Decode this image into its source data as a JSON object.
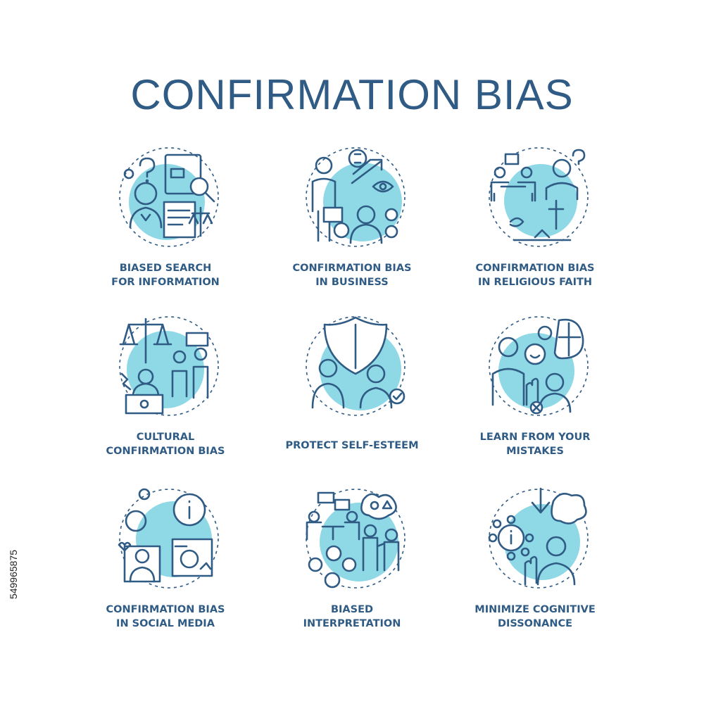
{
  "title": "CONFIRMATION BIAS",
  "colors": {
    "primary": "#2f5b84",
    "accent": "#8fd9e6",
    "background": "#ffffff"
  },
  "items": [
    {
      "icon": "search-information-icon",
      "lines": [
        "BIASED SEARCH",
        "FOR INFORMATION"
      ]
    },
    {
      "icon": "business-icon",
      "lines": [
        "CONFIRMATION BIAS",
        "IN BUSINESS"
      ]
    },
    {
      "icon": "religious-faith-icon",
      "lines": [
        "CONFIRMATION BIAS",
        "IN RELIGIOUS FAITH"
      ]
    },
    {
      "icon": "cultural-bias-icon",
      "lines": [
        "CULTURAL",
        "CONFIRMATION BIAS"
      ]
    },
    {
      "icon": "shield-self-esteem-icon",
      "lines": [
        "PROTECT SELF-ESTEEM"
      ]
    },
    {
      "icon": "learn-mistakes-icon",
      "lines": [
        "LEARN FROM YOUR",
        "MISTAKES"
      ]
    },
    {
      "icon": "social-media-icon",
      "lines": [
        "CONFIRMATION BIAS",
        "IN SOCIAL MEDIA"
      ]
    },
    {
      "icon": "interpretation-icon",
      "lines": [
        "BIASED",
        "INTERPRETATION"
      ]
    },
    {
      "icon": "cognitive-dissonance-icon",
      "lines": [
        "MINIMIZE COGNITIVE",
        "DISSONANCE"
      ]
    }
  ],
  "stock_id": "549965875"
}
